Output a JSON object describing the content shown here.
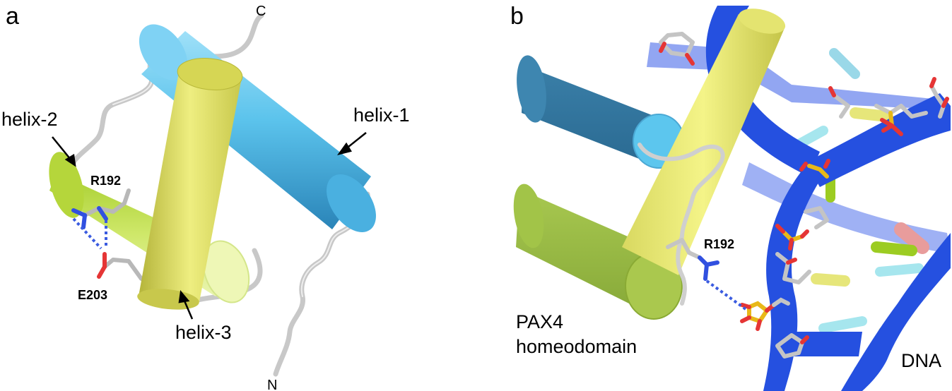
{
  "panel_a": {
    "letter": "a",
    "labels": {
      "c_terminus": "C",
      "n_terminus": "N",
      "helix1": "helix-1",
      "helix2": "helix-2",
      "helix3": "helix-3",
      "residue1": "R192",
      "residue2": "E203"
    }
  },
  "panel_b": {
    "letter": "b",
    "labels": {
      "residue": "R192",
      "protein_line1": "PAX4",
      "protein_line2": "homeodomain",
      "dna": "DNA"
    }
  },
  "colors": {
    "helix1": "#5bc3ec",
    "helix2": "#b8d94a",
    "helix3": "#e3e36a",
    "dna_backbone": "#2550e0",
    "loop": "#d2d2d2",
    "hbond": "#3a5be0",
    "oxygen": "#e53535",
    "nitrogen": "#3150e0",
    "phosphorus": "#f0c020"
  }
}
